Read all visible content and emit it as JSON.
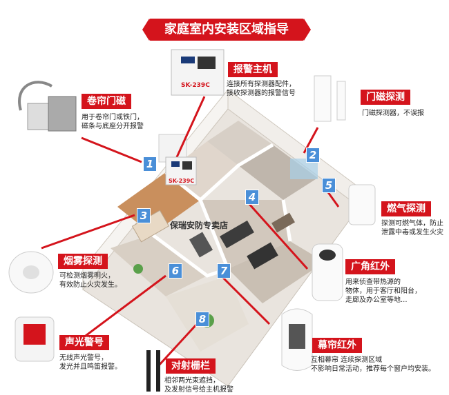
{
  "banner": "家庭室内安装区域指导",
  "store": "保瑞安防专卖店",
  "devices": [
    {
      "id": "panel",
      "title": "报警主机",
      "desc": [
        "连接所有探测器配件，",
        "接收探测器的报警信号"
      ],
      "model": "SK-239C",
      "num": ""
    },
    {
      "id": "shutter",
      "title": "卷帘门磁",
      "desc": [
        "用于卷帘门或铁门，",
        "磁条与底座分开报警"
      ],
      "num": "1"
    },
    {
      "id": "door",
      "title": "门磁探测",
      "desc": [
        "门磁探测器，不误报"
      ],
      "num": "2"
    },
    {
      "id": "smoke",
      "title": "烟雾探测",
      "desc": [
        "可检测烟雾明火，",
        "有效防止火灾发生。"
      ],
      "num": "3"
    },
    {
      "id": "zone4",
      "title": "",
      "desc": [],
      "num": "4"
    },
    {
      "id": "gas",
      "title": "燃气探测",
      "desc": [
        "探测可燃气体，防止",
        "泄露中毒或发生火灾"
      ],
      "num": "5"
    },
    {
      "id": "pir",
      "title": "广角红外",
      "desc": [
        "用来侦查带热源的",
        "物体，用于客厅和阳台，",
        "走廊及办公室等地..."
      ],
      "num": "6"
    },
    {
      "id": "siren",
      "title": "声光警号",
      "desc": [
        "无线声光警号，",
        "发光并且鸣笛报警。"
      ],
      "num": "7"
    },
    {
      "id": "beam",
      "title": "对射栅栏",
      "desc": [
        "相邻两光束遮挡，",
        "及发射信号给主机报警"
      ],
      "num": "8"
    },
    {
      "id": "curtain",
      "title": "幕帘红外",
      "desc": [
        "互相幕帘   连续探测区域",
        "不影响日常活动，推荐每个窗户均安装。"
      ],
      "num": ""
    }
  ],
  "colors": {
    "accent": "#d4141c",
    "zone_badge": "#4a8fd8"
  }
}
